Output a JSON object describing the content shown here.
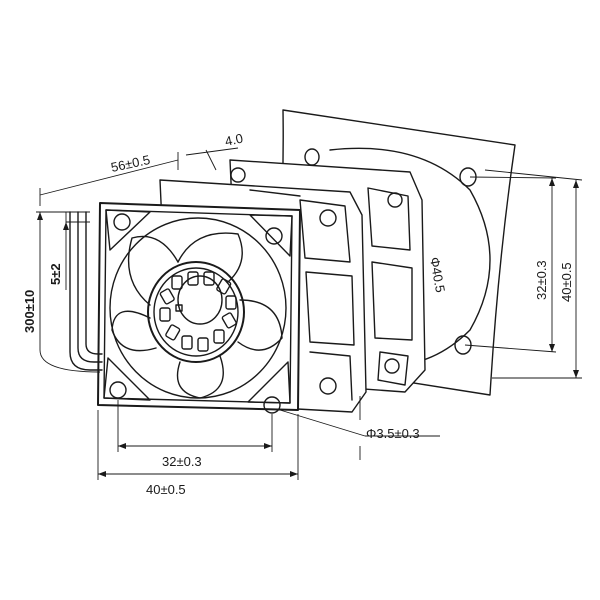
{
  "dimensions": {
    "overall_depth": "56±0.5",
    "flange_offset": "4.0",
    "hole_spacing_front": "32±0.3",
    "frame_width_front": "40±0.5",
    "hole_spacing_side": "32±0.3",
    "frame_height_side": "40±0.5",
    "duct_diameter": "Φ40.5",
    "mount_hole": "Φ3.5±0.3",
    "lead_length": "300±10",
    "lead_strip": "5±2"
  }
}
